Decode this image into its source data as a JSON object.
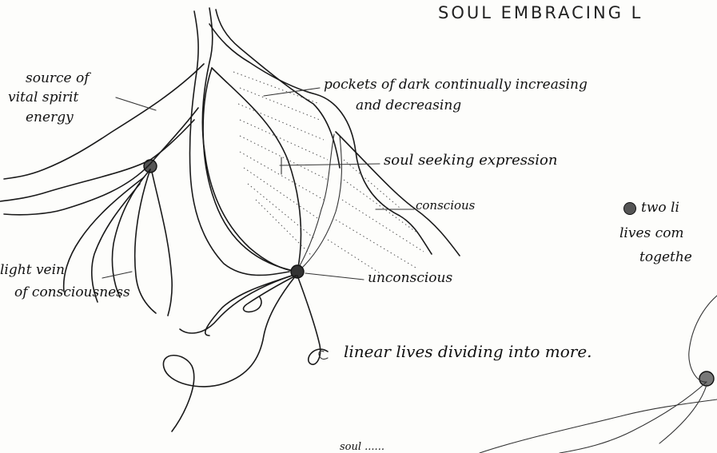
{
  "title": "SOUL EMBRACING L",
  "labels": {
    "source": [
      "source of",
      "vital spirit",
      "energy"
    ],
    "pockets": [
      "pockets of dark continually increasing",
      "and decreasing"
    ],
    "soul": "soul seeking expression",
    "conscious": "conscious",
    "two_lives": [
      "two li",
      "lives com",
      "togethe"
    ],
    "light_vein": [
      "light vein",
      "of consciousness"
    ],
    "unconscious": "unconscious",
    "linear": "linear lives dividing into more.",
    "bottom": "soul ...... "
  }
}
